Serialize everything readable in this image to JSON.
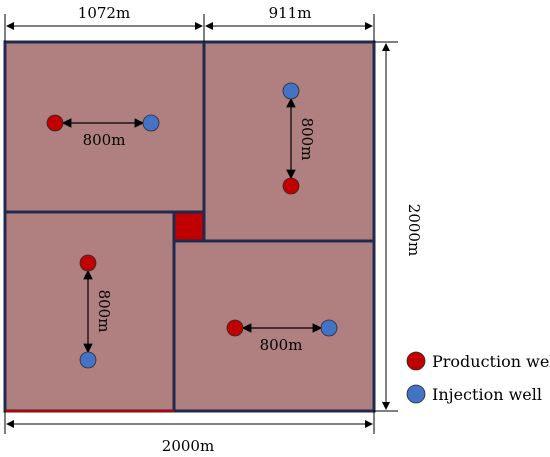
{
  "dimensions": {
    "top_left": "1072m",
    "top_right": "911m",
    "right": "2000m",
    "bottom": "2000m"
  },
  "spacing_labels": {
    "top_left_block": "800m",
    "top_right_block": "800m",
    "bottom_left_block": "800m",
    "bottom_right_block": "800m"
  },
  "legend": {
    "production": "Production well",
    "injection": "Injection well"
  },
  "colors": {
    "block_fill": "#b08080",
    "border": "#1f2a4d",
    "production": "#c00000",
    "injection": "#4472c4",
    "center_square": "#c00000"
  }
}
